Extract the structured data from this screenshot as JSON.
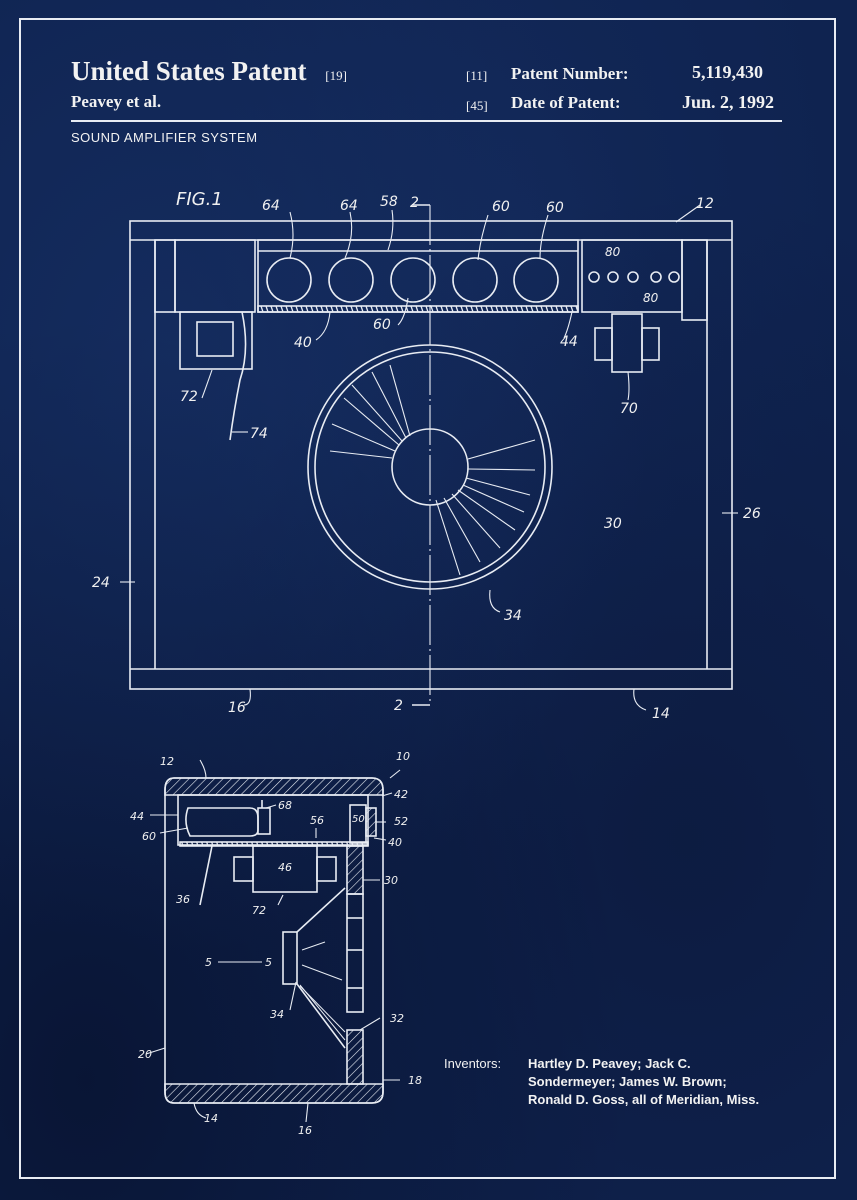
{
  "header": {
    "title": "United States Patent",
    "title_ref": "[19]",
    "assignee": "Peavey et al.",
    "invention_title": "SOUND AMPLIFIER SYSTEM",
    "patent_number_ref": "[11]",
    "patent_number_label": "Patent Number:",
    "patent_number": "5,119,430",
    "date_ref": "[45]",
    "date_label": "Date of Patent:",
    "date": "Jun. 2, 1992"
  },
  "figure1": {
    "label": "FIG.1",
    "refs": {
      "r64a": "64",
      "r64b": "64",
      "r58": "58",
      "r2top": "2",
      "r60a": "60",
      "r60b": "60",
      "r12": "12",
      "r80a": "80",
      "r80b": "80",
      "r40": "40",
      "r60c": "60",
      "r44": "44",
      "r72": "72",
      "r74": "74",
      "r70": "70",
      "r24": "24",
      "r26": "26",
      "r30": "30",
      "r34": "34",
      "r16": "16",
      "r2bot": "2",
      "r14": "14"
    }
  },
  "figure2": {
    "refs": {
      "r12": "12",
      "r10": "10",
      "r44": "44",
      "r60": "60",
      "r68": "68",
      "r56": "56",
      "r42": "42",
      "r50": "50",
      "r52": "52",
      "r40": "40",
      "r46": "46",
      "r36": "36",
      "r72": "72",
      "r30": "30",
      "s_left": "5",
      "s_right": "5",
      "r34": "34",
      "r32": "32",
      "r20": "20",
      "r18": "18",
      "r14": "14",
      "r16": "16"
    }
  },
  "inventors": {
    "label": "Inventors:",
    "names": "Hartley D. Peavey; Jack C. Sondermeyer; James W. Brown; Ronald D. Goss, all of Meridian, Miss."
  },
  "colors": {
    "background": "#0f2350",
    "line": "#e8ecf3"
  }
}
